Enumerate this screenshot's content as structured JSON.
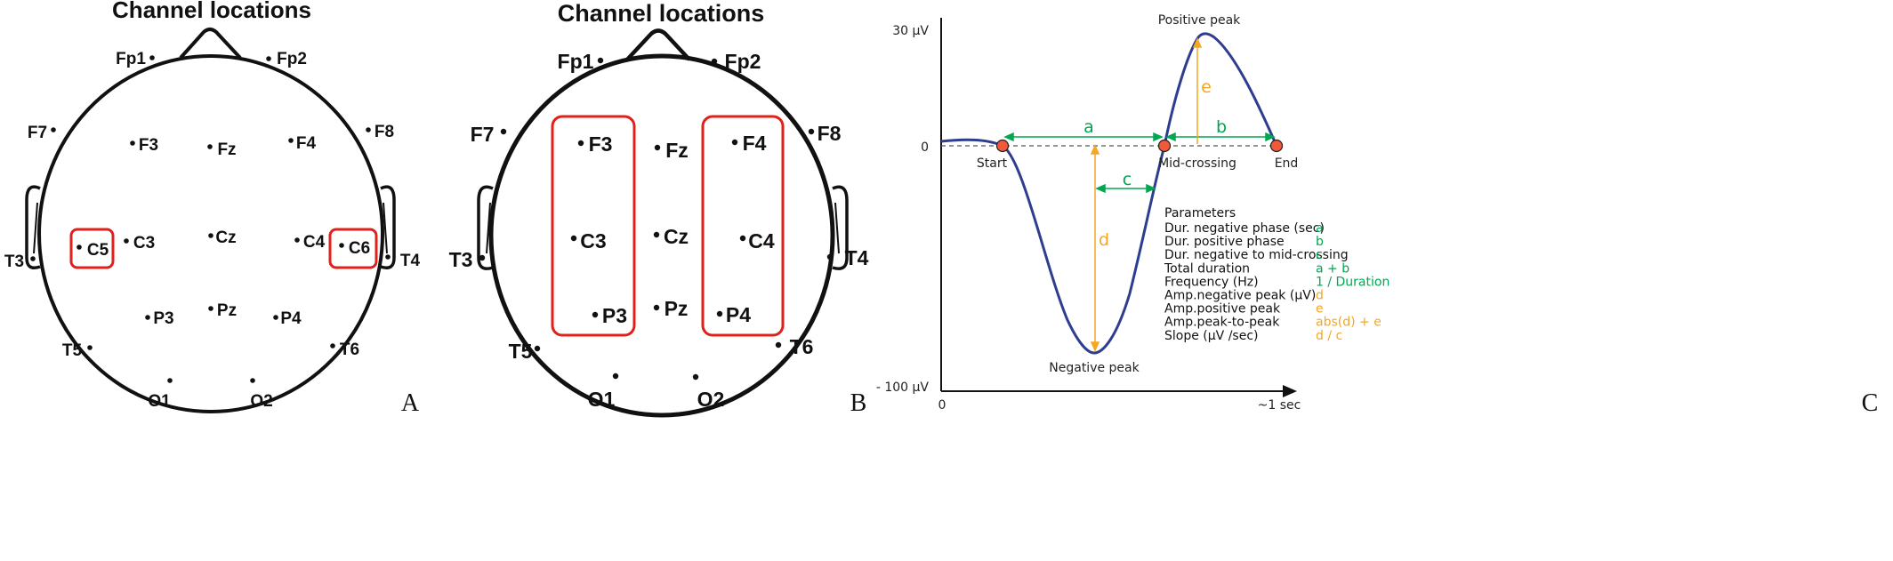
{
  "panels": {
    "A": {
      "title": "Channel locations",
      "label": "A",
      "electrodes": [
        {
          "id": "Fp1",
          "text": "Fp1"
        },
        {
          "id": "Fp2",
          "text": "Fp2"
        },
        {
          "id": "F7",
          "text": "F7"
        },
        {
          "id": "F3",
          "text": "F3"
        },
        {
          "id": "Fz",
          "text": "Fz"
        },
        {
          "id": "F4",
          "text": "F4"
        },
        {
          "id": "F8",
          "text": "F8"
        },
        {
          "id": "T3",
          "text": "T3"
        },
        {
          "id": "C5",
          "text": "C5"
        },
        {
          "id": "C3",
          "text": "C3"
        },
        {
          "id": "Cz",
          "text": "Cz"
        },
        {
          "id": "C4",
          "text": "C4"
        },
        {
          "id": "C6",
          "text": "C6"
        },
        {
          "id": "T4",
          "text": "T4"
        },
        {
          "id": "T5",
          "text": "T5"
        },
        {
          "id": "P3",
          "text": "P3"
        },
        {
          "id": "Pz",
          "text": "Pz"
        },
        {
          "id": "P4",
          "text": "P4"
        },
        {
          "id": "T6",
          "text": "T6"
        },
        {
          "id": "O1",
          "text": "O1"
        },
        {
          "id": "O2",
          "text": "O2"
        }
      ],
      "highlighted": [
        "C5",
        "C6"
      ]
    },
    "B": {
      "title": "Channel locations",
      "label": "B",
      "electrodes": [
        {
          "id": "Fp1",
          "text": "Fp1"
        },
        {
          "id": "Fp2",
          "text": "Fp2"
        },
        {
          "id": "F7",
          "text": "F7"
        },
        {
          "id": "F3",
          "text": "F3"
        },
        {
          "id": "Fz",
          "text": "Fz"
        },
        {
          "id": "F4",
          "text": "F4"
        },
        {
          "id": "F8",
          "text": "F8"
        },
        {
          "id": "T3",
          "text": "T3"
        },
        {
          "id": "C3",
          "text": "C3"
        },
        {
          "id": "Cz",
          "text": "Cz"
        },
        {
          "id": "C4",
          "text": "C4"
        },
        {
          "id": "T4",
          "text": "T4"
        },
        {
          "id": "T5",
          "text": "T5"
        },
        {
          "id": "P3",
          "text": "P3"
        },
        {
          "id": "Pz",
          "text": "Pz"
        },
        {
          "id": "P4",
          "text": "P4"
        },
        {
          "id": "T6",
          "text": "T6"
        },
        {
          "id": "O1",
          "text": "O1"
        },
        {
          "id": "O2",
          "text": "O2"
        }
      ],
      "highlighted_groups": [
        [
          "F3",
          "C3",
          "P3"
        ],
        [
          "F4",
          "C4",
          "P4"
        ]
      ]
    },
    "C": {
      "label": "C",
      "y_top_label": "30 µV",
      "y_zero_label": "0",
      "y_bottom_label": "- 100 µV",
      "x_zero_label": "0",
      "x_end_label": "~1 sec",
      "points": {
        "start": "Start",
        "mid": "Mid-crossing",
        "end": "End",
        "positive_peak": "Positive peak",
        "negative_peak": "Negative peak"
      },
      "measures": {
        "a": "a",
        "b": "b",
        "c": "c",
        "d": "d",
        "e": "e"
      },
      "parameters_title": "Parameters",
      "parameters": [
        {
          "name": "Dur. negative phase (sec)",
          "value": "a",
          "color": "#00a651"
        },
        {
          "name": "Dur. positive phase",
          "value": "b",
          "color": "#00a651"
        },
        {
          "name": "Dur. negative to mid-crossing",
          "value": "c",
          "color": "#00a651"
        },
        {
          "name": "Total duration",
          "value": "a + b",
          "color": "#00a651"
        },
        {
          "name": "Frequency (Hz)",
          "value": "1 / Duration",
          "color": "#00a651"
        },
        {
          "name": "Amp.negative peak (µV)",
          "value": "d",
          "color": "#f5a623"
        },
        {
          "name": "Amp.positive peak",
          "value": "e",
          "color": "#f5a623"
        },
        {
          "name": "Amp.peak-to-peak",
          "value": "abs(d) + e",
          "color": "#f5a623"
        },
        {
          "name": "Slope (µV /sec)",
          "value": "d / c",
          "color": "#f5a623"
        }
      ],
      "colors": {
        "wave": "#2e3d8f",
        "duration": "#00a651",
        "amplitude": "#f5a623",
        "marker": "#f05a3a"
      }
    }
  }
}
